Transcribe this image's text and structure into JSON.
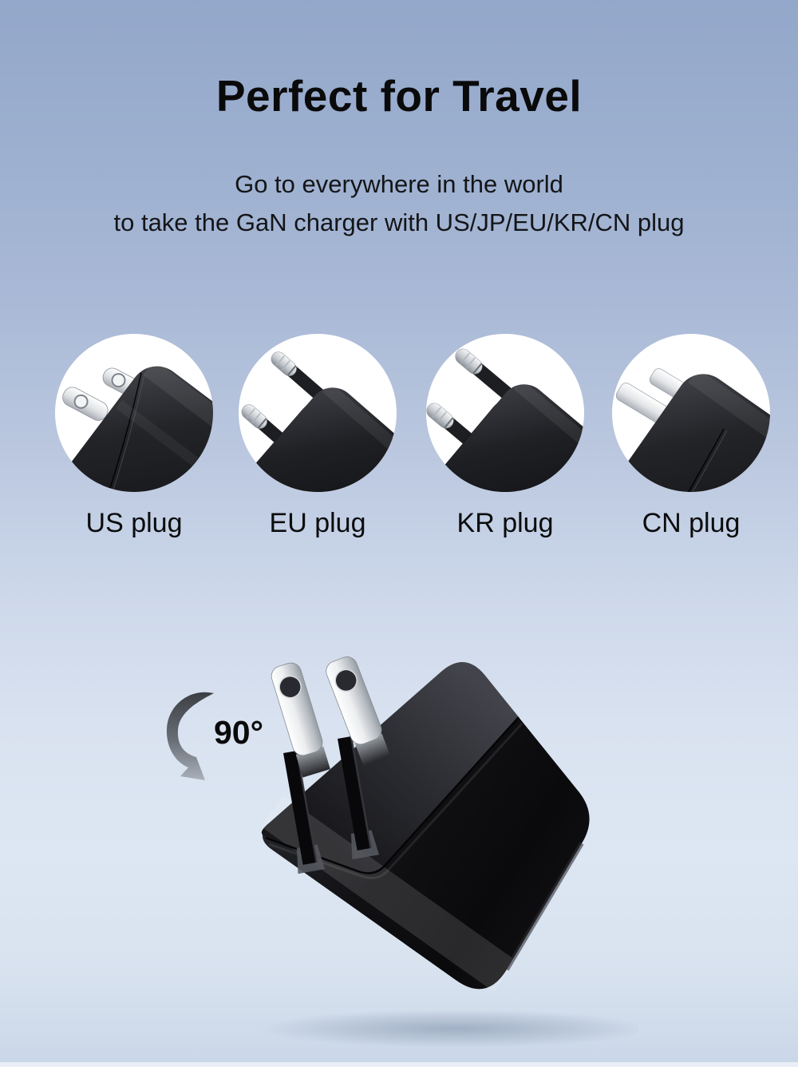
{
  "page": {
    "title": "Perfect for Travel",
    "subtitle_line1": "Go to everywhere in the world",
    "subtitle_line2": "to take the GaN charger with US/JP/EU/KR/CN plug"
  },
  "plugs": [
    {
      "label": "US plug"
    },
    {
      "label": "EU plug"
    },
    {
      "label": "KR plug"
    },
    {
      "label": "CN plug"
    }
  ],
  "hero": {
    "rotation_label": "90°"
  },
  "colors": {
    "background_top": "#93a7ca",
    "background_bottom": "#dde7f3",
    "circle_bg": "#ffffff",
    "charger_black": "#0c0c0e",
    "blade_silver": "#d9dcdf",
    "pin_tip_silver": "#c7cbd0",
    "text": "#0b0c0d"
  }
}
